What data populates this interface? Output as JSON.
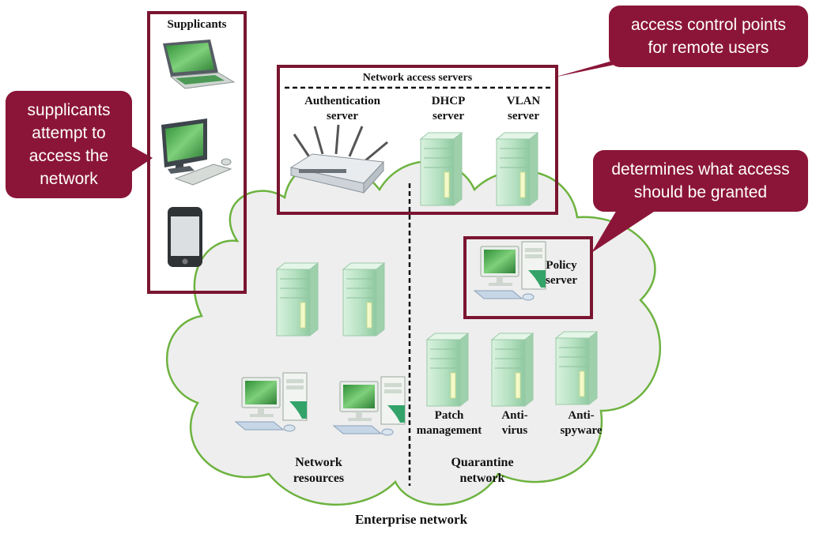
{
  "colors": {
    "callout": "#8b1538",
    "frame": "#7a1530",
    "cloud_fill": "#eeeeee",
    "cloud_stroke": "#6db33f",
    "server_green": "#b8e3c4",
    "screen_green": "#3fa046"
  },
  "callouts": {
    "remote_users": "access control points\nfor remote users",
    "supplicants": "supplicants\nattempt to\naccess the\nnetwork",
    "policy": "determines what access\nshould be granted"
  },
  "supplicants": {
    "title": "Supplicants",
    "devices": [
      "laptop-icon",
      "desktop-computer-icon",
      "smartphone-icon"
    ]
  },
  "access_servers": {
    "title": "Network access servers",
    "authentication": "Authentication\nserver",
    "dhcp": "DHCP\nserver",
    "vlan": "VLAN\nserver"
  },
  "policy_server": {
    "label": "Policy\nserver"
  },
  "quarantine": {
    "patch": "Patch\nmanagement",
    "antivirus": "Anti-\nvirus",
    "antispyware": "Anti-\nspyware",
    "label": "Quarantine\nnetwork"
  },
  "network_resources": {
    "label": "Network\nresources"
  },
  "enterprise": {
    "label": "Enterprise network"
  }
}
